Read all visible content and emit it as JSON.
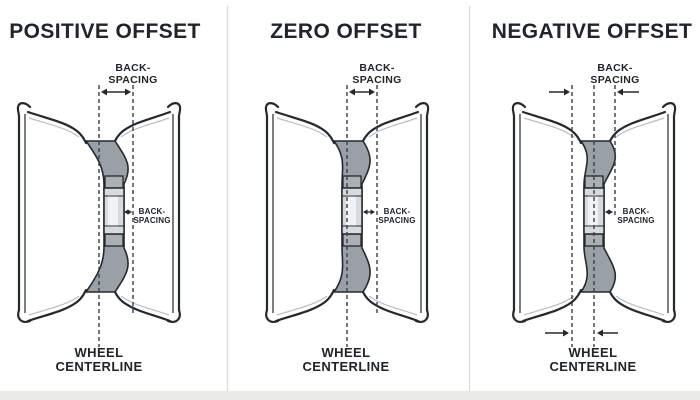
{
  "colors": {
    "line": "#26292c",
    "spoke_gray": "#9aa1a6",
    "rim_inner_gray": "#b9bec2",
    "hub_light": "#d8dbdd",
    "hub_highlight": "#f1f2f3",
    "hub_band": "#aab0b4",
    "dash": "#3b3f43",
    "separator": "#dcdcdc",
    "footer_band": "#eaeae8",
    "text": "#212529"
  },
  "panels": [
    {
      "title": "POSITIVE OFFSET",
      "top_label_line1": "BACK-",
      "top_label_line2": "SPACING",
      "hub_label_line1": "BACK-",
      "hub_label_line2": "SPACING",
      "bottom_label_line1": "WHEEL",
      "bottom_label_line2": "CENTERLINE"
    },
    {
      "title": "ZERO OFFSET",
      "top_label_line1": "BACK-",
      "top_label_line2": "SPACING",
      "hub_label_line1": "BACK-",
      "hub_label_line2": "SPACING",
      "bottom_label_line1": "WHEEL",
      "bottom_label_line2": "CENTERLINE"
    },
    {
      "title": "NEGATIVE OFFSET",
      "top_label_line1": "BACK-",
      "top_label_line2": "SPACING",
      "hub_label_line1": "BACK-",
      "hub_label_line2": "SPACING",
      "bottom_label_line1": "WHEEL",
      "bottom_label_line2": "CENTERLINE"
    }
  ]
}
